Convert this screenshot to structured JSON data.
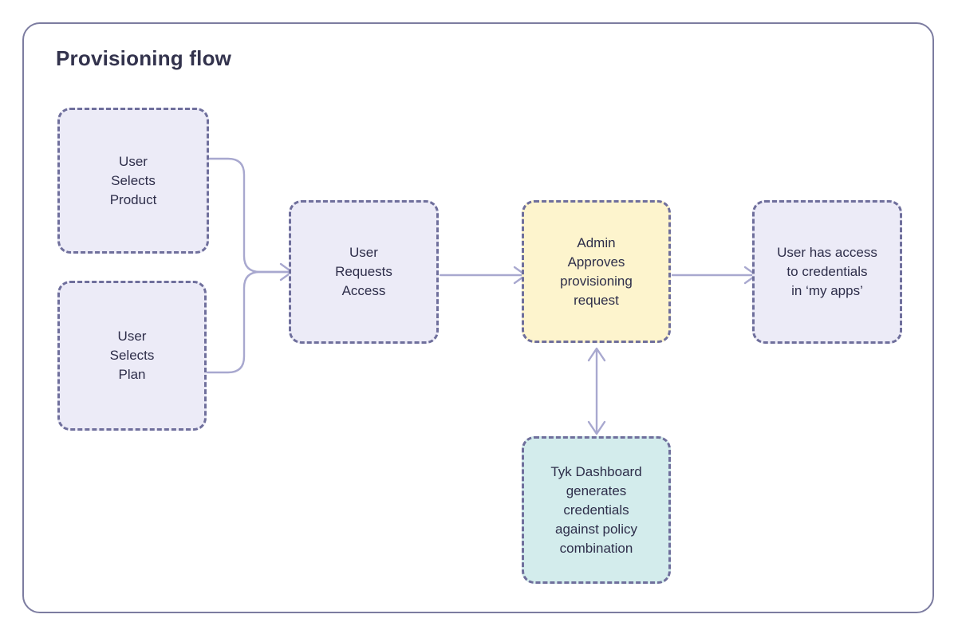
{
  "diagram": {
    "title": "Provisioning flow",
    "colors": {
      "frame_border": "#7c7ca0",
      "node_border": "#6f6f9c",
      "node_fill_lavender": "#ecebf7",
      "node_fill_yellow": "#fdf4cd",
      "node_fill_teal": "#d3ecec",
      "text": "#2e2e4a",
      "connector": "#a8a8cf"
    },
    "nodes": [
      {
        "id": "user-selects-product",
        "label": "User\nSelects\nProduct",
        "fill": "lavender"
      },
      {
        "id": "user-selects-plan",
        "label": "User\nSelects\nPlan",
        "fill": "lavender"
      },
      {
        "id": "user-requests-access",
        "label": "User\nRequests\nAccess",
        "fill": "lavender"
      },
      {
        "id": "admin-approves",
        "label": "Admin\nApproves\nprovisioning\nrequest",
        "fill": "yellow"
      },
      {
        "id": "user-has-access",
        "label": "User has access\nto credentials\nin ‘my apps’",
        "fill": "lavender"
      },
      {
        "id": "tyk-dashboard",
        "label": "Tyk Dashboard\ngenerates\ncredentials\nagainst policy\ncombination",
        "fill": "teal"
      }
    ],
    "edges": [
      {
        "id": "edge-product-to-request",
        "from": "user-selects-product",
        "to": "user-requests-access",
        "style": "elbow",
        "arrows": "end"
      },
      {
        "id": "edge-plan-to-request",
        "from": "user-selects-plan",
        "to": "user-requests-access",
        "style": "elbow",
        "arrows": "end"
      },
      {
        "id": "edge-request-to-admin",
        "from": "user-requests-access",
        "to": "admin-approves",
        "style": "straight",
        "arrows": "end"
      },
      {
        "id": "edge-admin-to-access",
        "from": "admin-approves",
        "to": "user-has-access",
        "style": "straight",
        "arrows": "end"
      },
      {
        "id": "edge-admin-tyk",
        "from": "admin-approves",
        "to": "tyk-dashboard",
        "style": "straight",
        "arrows": "both"
      }
    ]
  }
}
